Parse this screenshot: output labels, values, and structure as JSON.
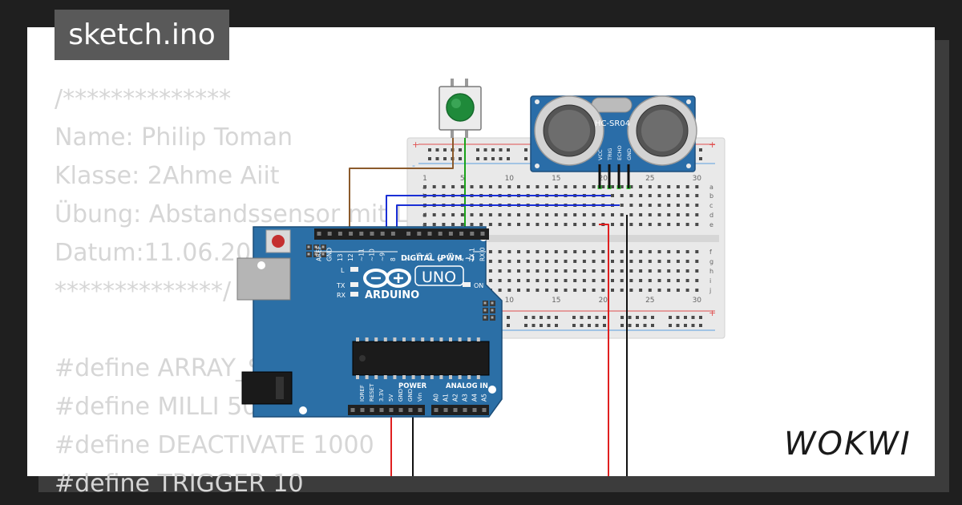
{
  "file_tab": {
    "label": "sketch.ino"
  },
  "code_lines": [
    "/**************",
    "Name: Philip Toman",
    "Klasse: 2Ahme Aiit",
    "Übung: Abstandssensor mit LED",
    "Datum:11.06.2024",
    "**************/",
    "",
    "#define ARRAY_SIZE 5",
    "#define MILLI 500",
    "#define DEACTIVATE 1000",
    "#define TRIGGER 10"
  ],
  "breadboard": {
    "column_numbers": [
      "1",
      "5",
      "10",
      "15",
      "20",
      "25",
      "30"
    ],
    "row_letters_top": [
      "a",
      "b",
      "c",
      "d",
      "e"
    ],
    "row_letters_bottom": [
      "f",
      "g",
      "h",
      "i",
      "j"
    ],
    "rail_plus": "+",
    "rail_minus": "-"
  },
  "sensor": {
    "model": "HC-SR04",
    "pins": [
      "VCC",
      "TRIG",
      "ECHO",
      "GND"
    ]
  },
  "arduino": {
    "brand": "ARDUINO",
    "model": "UNO",
    "digital_header": "DIGITAL (PWM ~)",
    "top_pins": [
      "AREF",
      "GND",
      "13",
      "12",
      "~11",
      "~10",
      "~9",
      "8",
      "7",
      "~6",
      "~5",
      "4",
      "~3",
      "2",
      "TX 1",
      "RX 0"
    ],
    "led_labels": [
      "L",
      "TX",
      "RX"
    ],
    "on_label": "ON",
    "power_header": "POWER",
    "power_pins": [
      "IOREF",
      "RESET",
      "3.3V",
      "5V",
      "GND",
      "GND",
      "Vin"
    ],
    "analog_header": "ANALOG IN",
    "analog_pins": [
      "A0",
      "A1",
      "A2",
      "A3",
      "A4",
      "A5"
    ]
  },
  "wires": {
    "brown": "#8b5a2b",
    "green": "#1aa31a",
    "blue": "#1a2fd6",
    "red": "#e02020",
    "black": "#111111"
  },
  "colors": {
    "board": "#2b6fa6",
    "board_dark": "#1e5580",
    "sensor_pcb": "#2a6da8",
    "button_cap": "#1f8a3a"
  },
  "watermark": {
    "text": "WOKWI"
  }
}
